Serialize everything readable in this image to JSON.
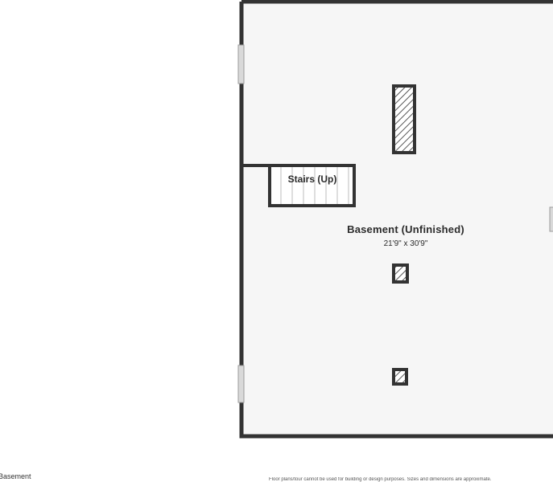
{
  "floor_label": "Basement",
  "disclaimer": "Floor plans/tour cannot be used for building or design purposes. Sizes and dimensions are approximate.",
  "rooms": {
    "basement": {
      "name": "Basement (Unfinished)",
      "dimensions": "21'9\" x 30'9\""
    },
    "stairs": {
      "name": "Stairs (Up)"
    }
  },
  "colors": {
    "wall": "#333333",
    "floor": "#f6f6f6",
    "window": "#d9d9d9"
  }
}
